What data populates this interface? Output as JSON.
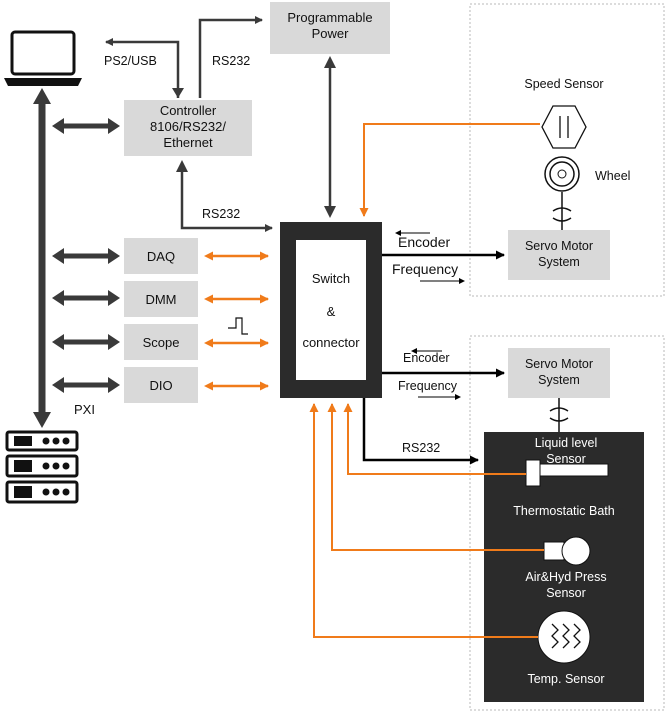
{
  "colors": {
    "box_gray": "#d9d9d9",
    "arrow_dark": "#3a3a3a",
    "arrow_orange": "#f07b1a",
    "bath_dark": "#2b2b2b",
    "frame_dashed": "#b8b8b8"
  },
  "icons": {
    "laptop": "laptop-icon",
    "server": "server-rack-icon",
    "pulse": "square-wave-icon"
  },
  "labels": {
    "programmable_power_1": "Programmable",
    "programmable_power_2": "Power",
    "controller_1": "Controller",
    "controller_2": "8106/RS232/",
    "controller_3": "Ethernet",
    "ps2_usb": "PS2/USB",
    "rs232_top": "RS232",
    "rs232_mid": "RS232",
    "rs232_bottom": "RS232",
    "pxi": "PXI",
    "daq": "DAQ",
    "dmm": "DMM",
    "scope": "Scope",
    "dio": "DIO",
    "switch_1": "Switch",
    "switch_2": "&",
    "switch_3": "connector",
    "speed_sensor": "Speed Sensor",
    "wheel": "Wheel",
    "servo1_1": "Servo Motor",
    "servo1_2": "System",
    "encoder1": "Encoder",
    "frequency1": "Frequency",
    "servo2_1": "Servo Motor",
    "servo2_2": "System",
    "encoder2": "Encoder",
    "frequency2": "Frequency",
    "liquid_level_1": "Liquid level",
    "liquid_level_2": "Sensor",
    "thermostatic_bath": "Thermostatic Bath",
    "air_hyd_1": "Air&Hyd Press",
    "air_hyd_2": "Sensor",
    "temp_sensor": "Temp. Sensor"
  }
}
